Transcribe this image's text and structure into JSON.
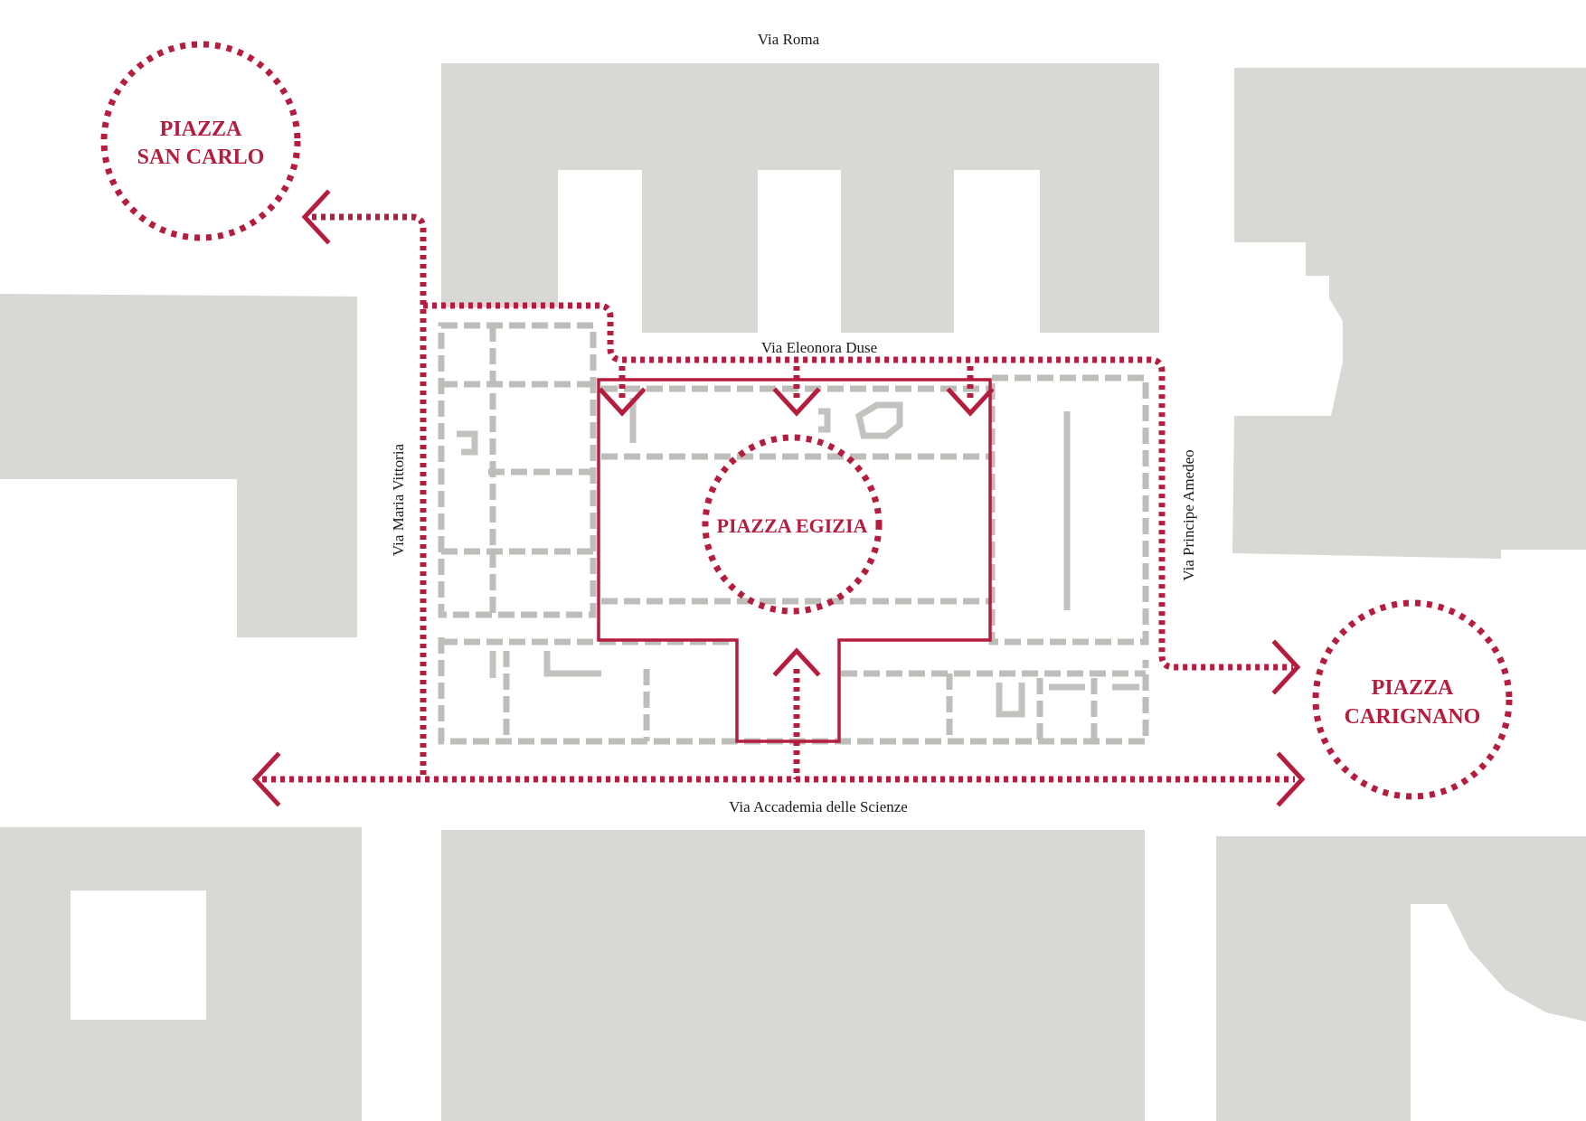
{
  "map": {
    "streets": {
      "via_roma": "Via Roma",
      "via_eleonora_duse": "Via Eleonora Duse",
      "via_maria_vittoria": "Via Maria Vittoria",
      "via_principe_amedeo": "Via Principe Amedeo",
      "via_accademia": "Via Accademia delle Scienze"
    },
    "places": {
      "san_carlo": {
        "line1": "PIAZZA",
        "line2": "SAN CARLO"
      },
      "egizia": {
        "line1": "PIAZZA EGIZIA"
      },
      "carignano": {
        "line1": "PIAZZA",
        "line2": "CARIGNANO"
      }
    },
    "colors": {
      "accent": "#b51d3f",
      "building_fill": "#d8d8d4",
      "plan_walls": "#bdbdb9",
      "background": "#ffffff"
    }
  }
}
